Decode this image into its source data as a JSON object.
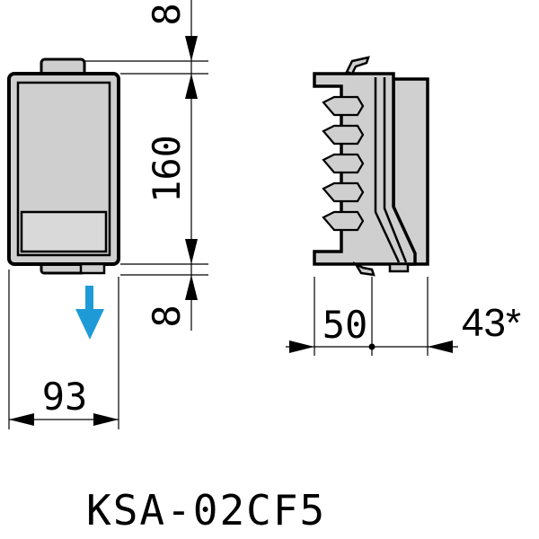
{
  "dimensions": {
    "top_gap": "8",
    "height": "160",
    "bottom_gap": "8",
    "width": "93",
    "depth": "50",
    "depth_alt": "43*"
  },
  "model": "KSA-02CF5",
  "colors": {
    "body_fill": "#cfcfcf",
    "panel_fill": "#d6d6d6",
    "line": "#000000",
    "arrow": "#1e9bd7"
  }
}
